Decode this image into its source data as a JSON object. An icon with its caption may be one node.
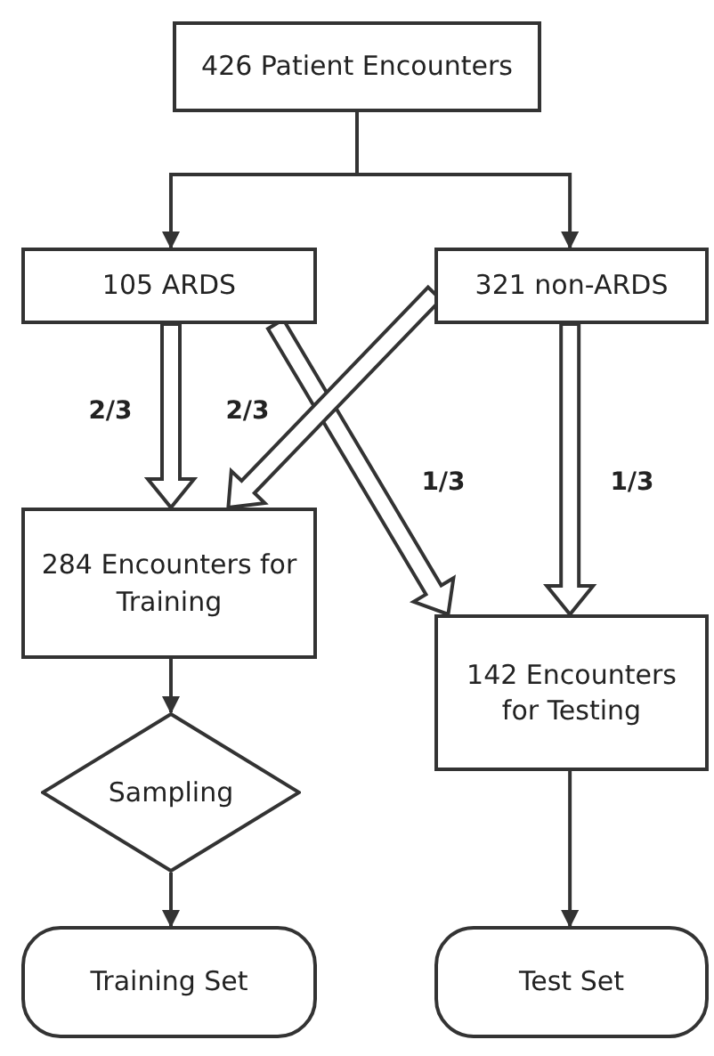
{
  "diagram": {
    "nodes": [
      {
        "text": [
          "426 Patient Encounters"
        ]
      },
      {
        "text": [
          "105 ARDS"
        ]
      },
      {
        "text": [
          "321 non-ARDS"
        ]
      },
      {
        "text": [
          "284 Encounters for Training"
        ]
      },
      {
        "text": [
          "142 Encounters for Testing"
        ]
      },
      {
        "text": [
          "Sampling"
        ]
      },
      {
        "text": [
          "Training Set"
        ]
      },
      {
        "text": [
          "Test Set"
        ]
      }
    ],
    "edges": [
      {
        "from": 0,
        "to": 1,
        "arrow": "to"
      },
      {
        "from": 0,
        "to": 2,
        "arrow": "to"
      },
      {
        "from": 1,
        "to": 3,
        "arrow": "to",
        "label": "2/3",
        "style": "thick"
      },
      {
        "from": 1,
        "to": 4,
        "arrow": "to",
        "label": "1/3",
        "style": "thick"
      },
      {
        "from": 2,
        "to": 3,
        "arrow": "to",
        "label": "2/3",
        "style": "thick"
      },
      {
        "from": 2,
        "to": 4,
        "arrow": "to",
        "label": "1/3",
        "style": "thick"
      },
      {
        "from": 3,
        "to": 5,
        "arrow": "to"
      },
      {
        "from": 5,
        "to": 6,
        "arrow": "to"
      },
      {
        "from": 4,
        "to": 7,
        "arrow": "to"
      }
    ]
  }
}
